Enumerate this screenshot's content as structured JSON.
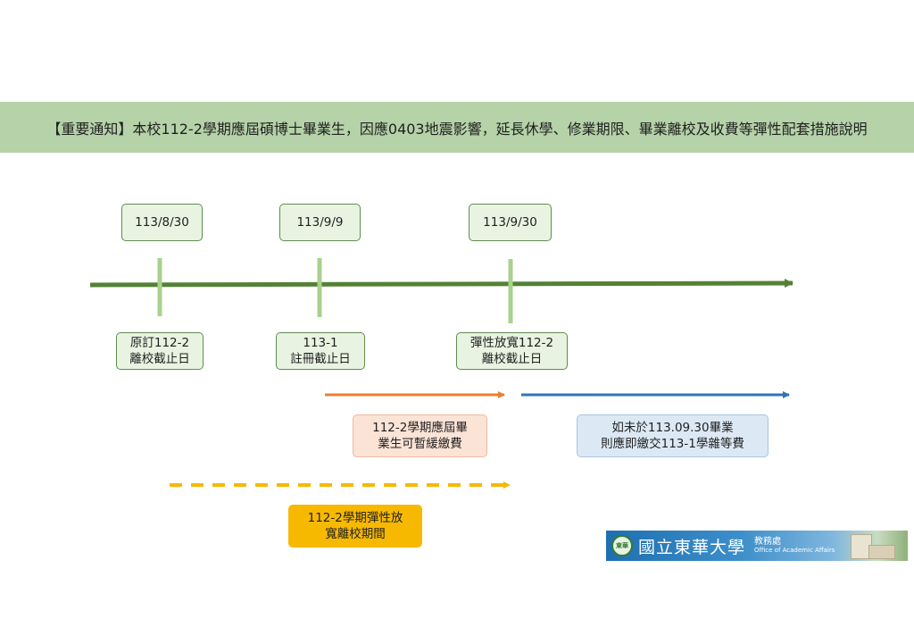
{
  "banner": {
    "title": "【重要通知】本校112-2學期應屆碩博士畢業生，因應0403地震影響，延長休學、修業期限、畢業離校及收費等彈性配套措施說明"
  },
  "timeline": {
    "dates": [
      "113/8/30",
      "113/9/9",
      "113/9/30"
    ],
    "events": [
      {
        "line1": "原訂112-2",
        "line2": "離校截止日"
      },
      {
        "line1": "113-1",
        "line2": "註冊截止日"
      },
      {
        "line1": "彈性放寬112-2",
        "line2": "離校截止日"
      }
    ]
  },
  "periods": {
    "deferral": {
      "line1": "112-2學期應屆畢",
      "line2": "業生可暫緩繳費"
    },
    "payment": {
      "line1": "如未於113.09.30畢業",
      "line2": "則應即繳交113-1學雜等費"
    },
    "flexible": {
      "line1": "112-2學期彈性放",
      "line2": "寬離校期間"
    }
  },
  "logo": {
    "emblem": "東華",
    "university_name": "國立東華大學",
    "office_name": "教務處",
    "office_name_en": "Office of Academic Affairs"
  },
  "colors": {
    "banner_bg": "#b5d2a8",
    "timeline_arrow": "#548235",
    "tick": "#a9d18e",
    "orange_arrow": "#ed7d31",
    "blue_arrow": "#2e75b6",
    "yellow_dash": "#f7b900"
  }
}
